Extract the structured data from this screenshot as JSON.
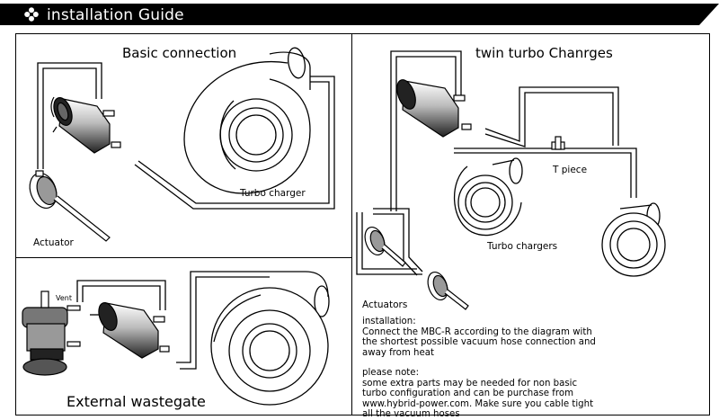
{
  "header": {
    "title": "installation Guide",
    "icon": "flower-icon"
  },
  "panels": {
    "basic": {
      "title": "Basic connection",
      "turbo_label": "Turbo charger",
      "actuator_label": "Actuator"
    },
    "wastegate": {
      "title": "External wastegate",
      "vent_label": "Vent"
    },
    "twin": {
      "title": "twin turbo Chanrges",
      "t_piece_label": "T piece",
      "turbo_label": "Turbo chargers",
      "actuators_label": "Actuators"
    }
  },
  "notes": {
    "install_heading": "installation:",
    "install_lines": [
      "Connect the MBC-R according to the diagram with",
      "the shortest possible vacuum hose connection and",
      "away from heat"
    ],
    "note_heading": "please note:",
    "note_lines": [
      "some extra parts may be needed for non  basic",
      "turbo configuration and can be purchase from",
      "www.hybrid-power.com. Make sure you cable tight",
      "all the vacuum hoses"
    ]
  }
}
